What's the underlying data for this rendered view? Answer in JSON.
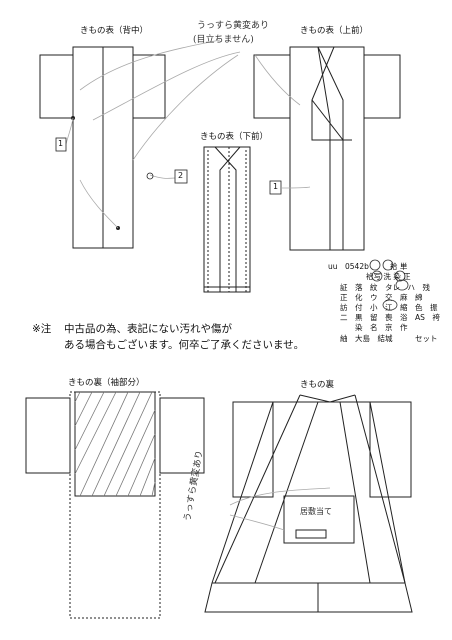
{
  "labels": {
    "back": "きもの表（背中）",
    "front_upper": "きもの表（上前）",
    "front_lower": "きもの表（下前）",
    "inner_sleeve": "きもの裏（袖部分）",
    "inner": "きもの裏"
  },
  "handwritten": {
    "top_line1": "うっすら黄変あり",
    "top_line2": "(目立ちません)",
    "inner_side": "うっすら黄変あり",
    "inner_box": "居敷当て"
  },
  "callouts": [
    "1",
    "2",
    "1"
  ],
  "notice": {
    "mark": "※注",
    "line1": "中古品の為、表記にない汚れや傷が",
    "line2": "ある場合もございます。何卒ご了承くださいませ。"
  },
  "spec_table": {
    "code": "uu　0542b",
    "rows": [
      "　　　　　　　袷 単",
      "　　　　袷写 洗 染 正",
      "証　落　紋　タレ　ハ　残",
      "正　化　ウ　交　麻　綿",
      "訪　付　小　江　縮　色　振",
      "二　黒　留　喪　浴　AS　袴",
      "　　染　名　京　作",
      "紬　大島　結城　　　セット"
    ]
  }
}
